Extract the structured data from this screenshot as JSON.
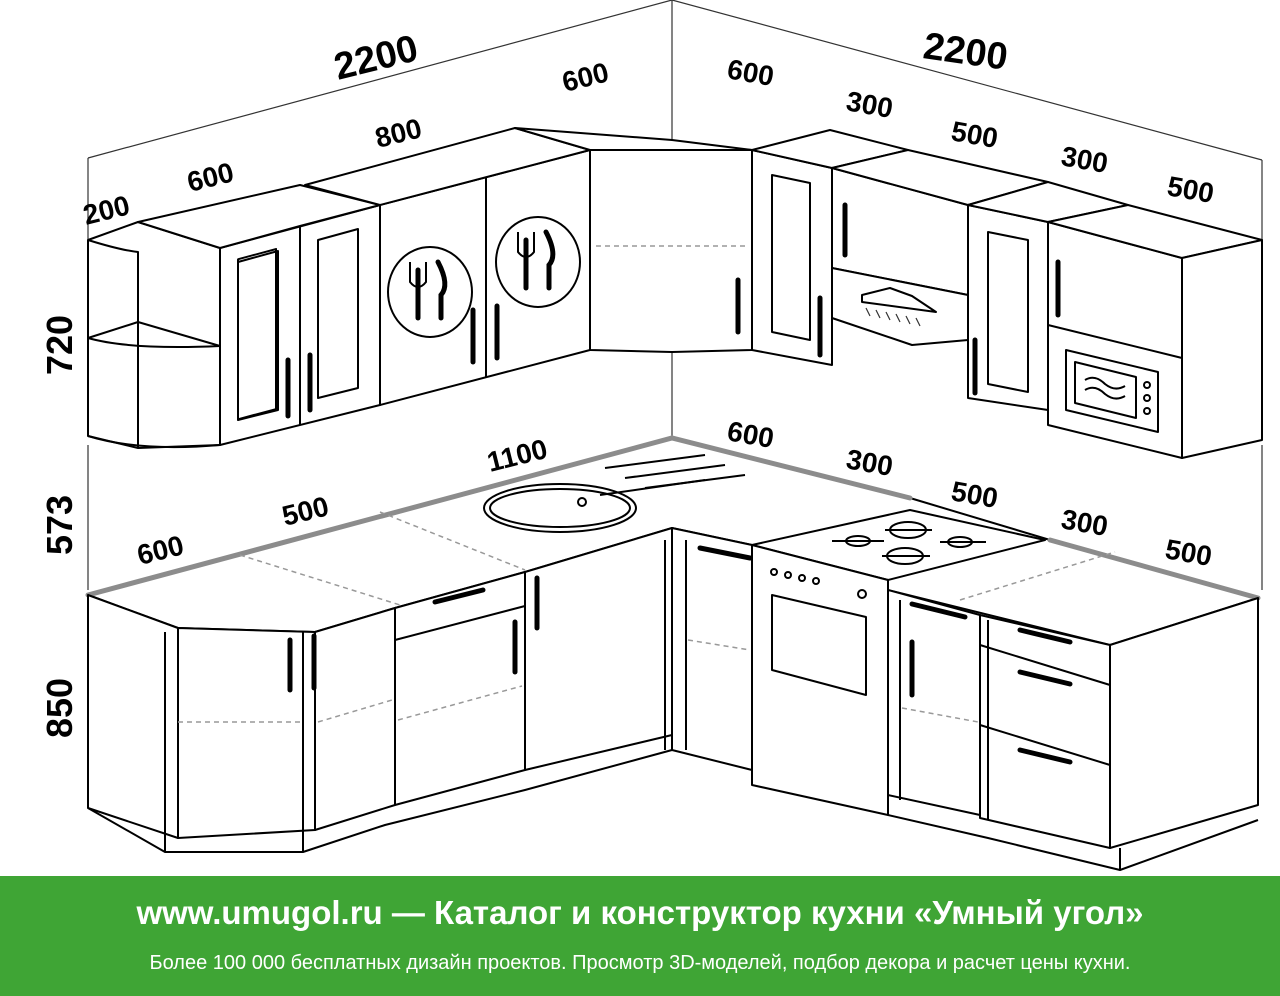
{
  "dimensions": {
    "wall_left_total": "2200",
    "wall_right_total": "2200",
    "upper_left_200": "200",
    "upper_left_600": "600",
    "upper_left_800": "800",
    "upper_corner_600_left": "600",
    "upper_corner_600_right": "600",
    "upper_right_300": "300",
    "upper_right_500": "500",
    "upper_right_300b": "300",
    "upper_right_500b": "500",
    "height_upper": "720",
    "height_gap": "573",
    "height_base": "850",
    "base_left_600": "600",
    "base_left_500": "500",
    "base_left_1100": "1100",
    "base_right_600": "600",
    "base_right_300": "300",
    "base_right_500": "500",
    "base_right_300b": "300",
    "base_right_500b": "500"
  },
  "banner": {
    "title": "www.umugol.ru — Каталог и конструктор кухни «Умный угол»",
    "subtitle": "Более 100 000 бесплатных дизайн проектов. Просмотр 3D-моделей, подбор декора и расчет цены кухни."
  },
  "colors": {
    "banner_bg": "#3fa535",
    "banner_text": "#ffffff",
    "line": "#000000",
    "counter_edge": "#8c8c8c"
  },
  "icons": [
    "plate-fork-knife-icon",
    "plate-fork-knife-icon",
    "range-hood-icon",
    "microwave-icon",
    "gas-hob-icon",
    "oven-icon",
    "sink-icon"
  ]
}
